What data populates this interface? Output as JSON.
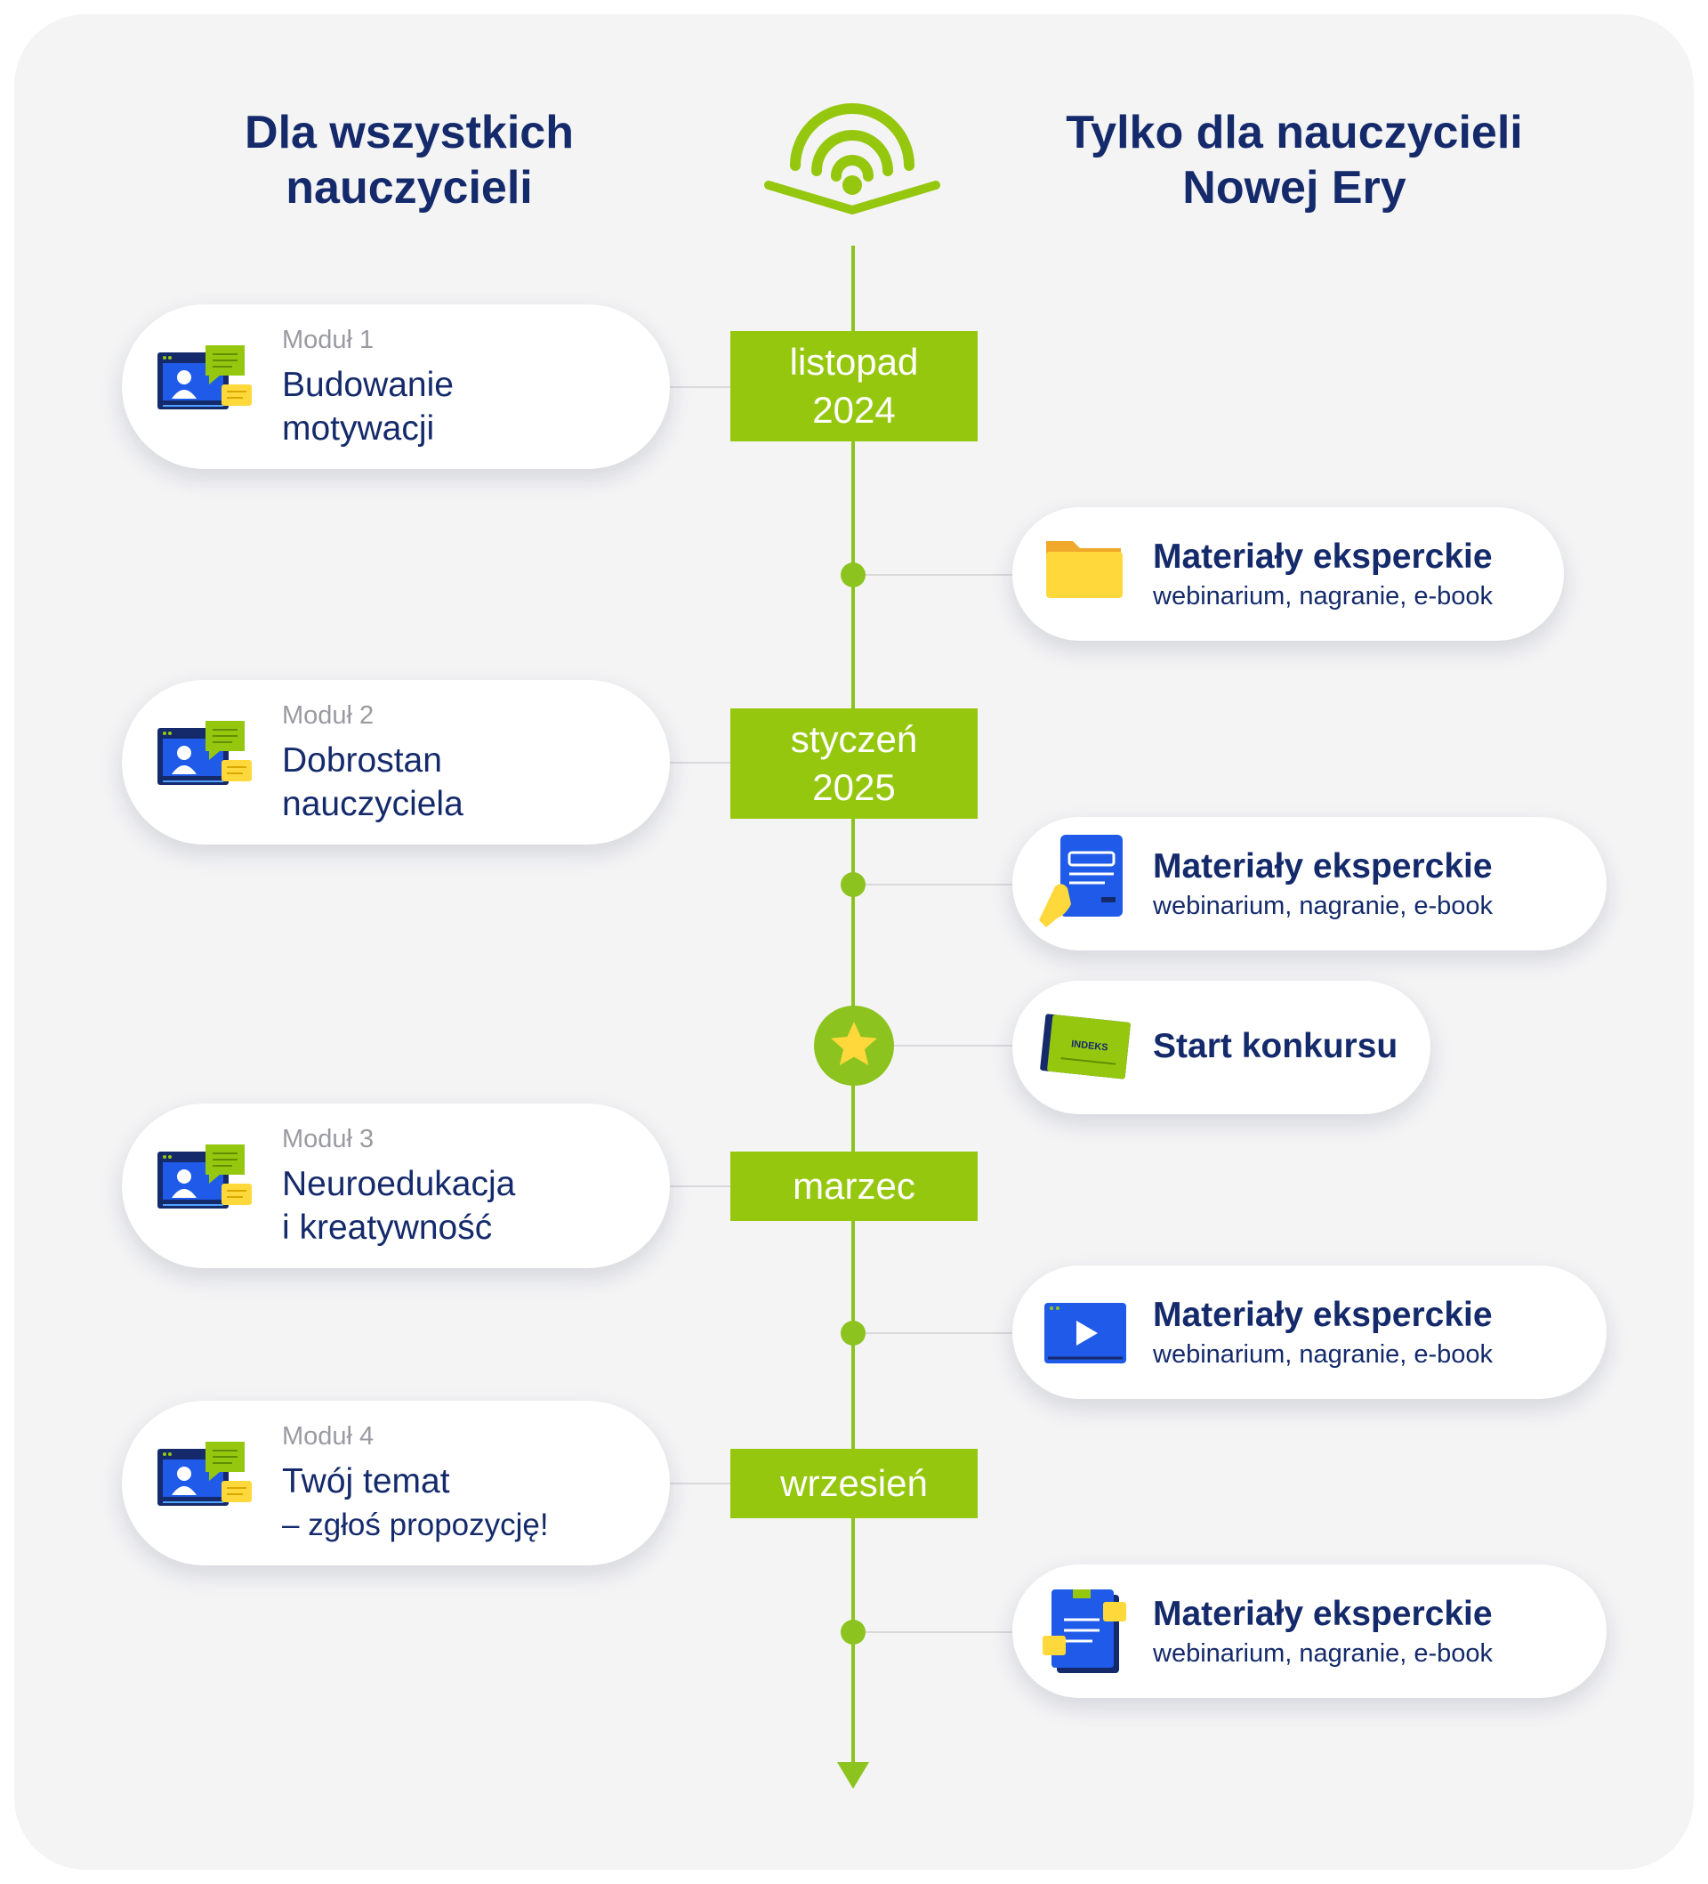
{
  "header": {
    "left_line1": "Dla wszystkich",
    "left_line2": "nauczycieli",
    "right_line1": "Tylko dla nauczycieli",
    "right_line2": "Nowej Ery"
  },
  "colors": {
    "green": "#96c70f",
    "navy": "#142a6b",
    "blue": "#1f5ae8",
    "yellow": "#ffd83c",
    "panel": "#f4f4f5"
  },
  "dates": [
    {
      "line1": "listopad",
      "line2": "2024"
    },
    {
      "line1": "styczeń",
      "line2": "2025"
    },
    {
      "line1": "marzec",
      "line2": ""
    },
    {
      "line1": "wrzesień",
      "line2": ""
    }
  ],
  "modules": [
    {
      "label": "Moduł 1",
      "title1": "Budowanie",
      "title2": "motywacji",
      "icon": "webinar-icon"
    },
    {
      "label": "Moduł 2",
      "title1": "Dobrostan",
      "title2": "nauczyciela",
      "icon": "webinar-icon"
    },
    {
      "label": "Moduł 3",
      "title1": "Neuroedukacja",
      "title2": "i kreatywność",
      "icon": "webinar-icon"
    },
    {
      "label": "Moduł 4",
      "title1": "Twój temat",
      "title2": "– zgłoś propozycję!",
      "icon": "webinar-icon"
    }
  ],
  "materials": [
    {
      "title": "Materiały eksperckie",
      "subtitle": "webinarium, nagranie, e-book",
      "icon": "folder-icon"
    },
    {
      "title": "Materiały eksperckie",
      "subtitle": "webinarium, nagranie, e-book",
      "icon": "tablet-icon"
    },
    {
      "title": "Materiały eksperckie",
      "subtitle": "webinarium, nagranie, e-book",
      "icon": "video-play-icon"
    },
    {
      "title": "Materiały eksperckie",
      "subtitle": "webinarium, nagranie, e-book",
      "icon": "notebook-icon"
    }
  ],
  "contest": {
    "title": "Start konkursu",
    "icon": "index-card-icon",
    "card_text": "INDEKS"
  }
}
